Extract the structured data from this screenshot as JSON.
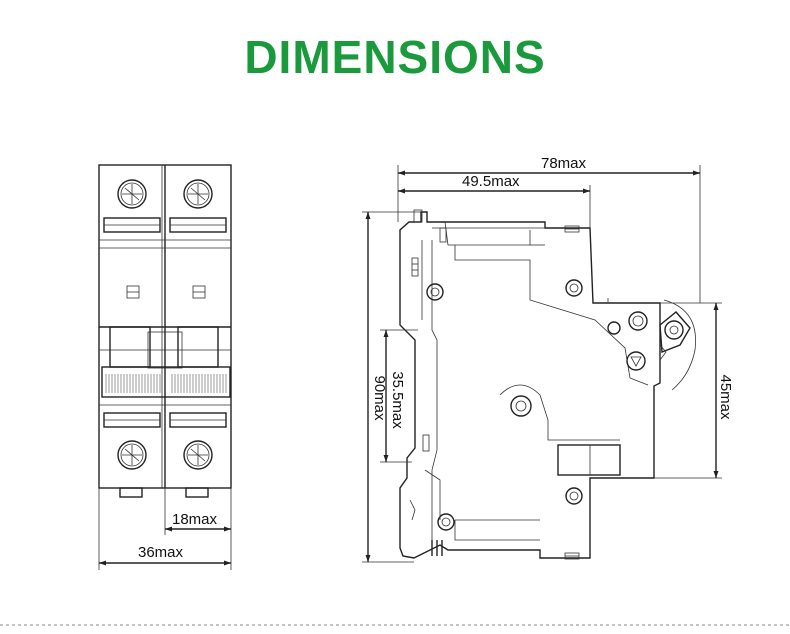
{
  "title": "DIMENSIONS",
  "colors": {
    "title": "#1a9a3c",
    "line": "#222222"
  },
  "front_view": {
    "width_label": "36max",
    "module_width_label": "18max"
  },
  "side_view": {
    "depth_label": "78max",
    "partial_depth_label": "49.5max",
    "height_label": "90max",
    "rail_label": "35.5max",
    "front_height_label": "45max"
  }
}
